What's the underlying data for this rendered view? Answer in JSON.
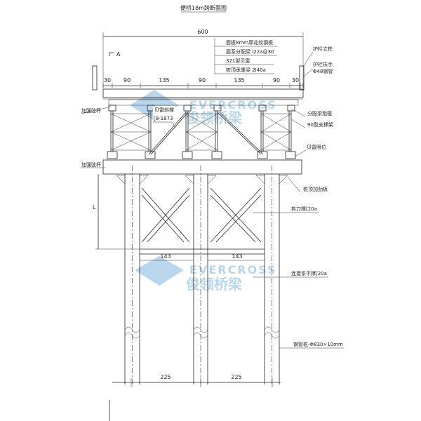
{
  "title": "便桥18m跨断面图",
  "dimensions": {
    "total_width": "600",
    "segments": [
      "30",
      "90",
      "135",
      "90",
      "135",
      "90",
      "30"
    ],
    "brace_spacing": [
      "143",
      "143"
    ],
    "pile_spacing": [
      "225",
      "225"
    ],
    "height_label": "L",
    "section_mark": "A"
  },
  "deck_notes": [
    "面板8mm厚花纹钢板",
    "面系分配梁 I22a@30",
    "321型贝雷",
    "桩顶承重梁 2I40a"
  ],
  "left_labels": {
    "reinforced_chord_top": "加强弦杆",
    "bailey_brace": "贝雷斜撑",
    "bailey_brace_spec": "[8-1873",
    "reinforced_chord_bottom": "加强弦杆"
  },
  "right_labels": {
    "railing_post": "护栏立柱",
    "railing_handrail": "护栏扶手",
    "railing_handrail_spec": "Φ48钢管",
    "beam_hoop": "分配梁抱箍",
    "support_frame": "90型支撑架",
    "bailey_limiter": "贝雷限位",
    "pile_top_stiffener": "桩顶加劲板",
    "scissor_brace": "剪刀撑[20a",
    "horizontal_brace": "连接系平撑[20a",
    "steel_pile": "钢管桩-Φ830×10mm"
  },
  "watermark": {
    "brand": "EVERCROSS",
    "cn": "俊领桥梁",
    "color": "#7fb5dc"
  }
}
